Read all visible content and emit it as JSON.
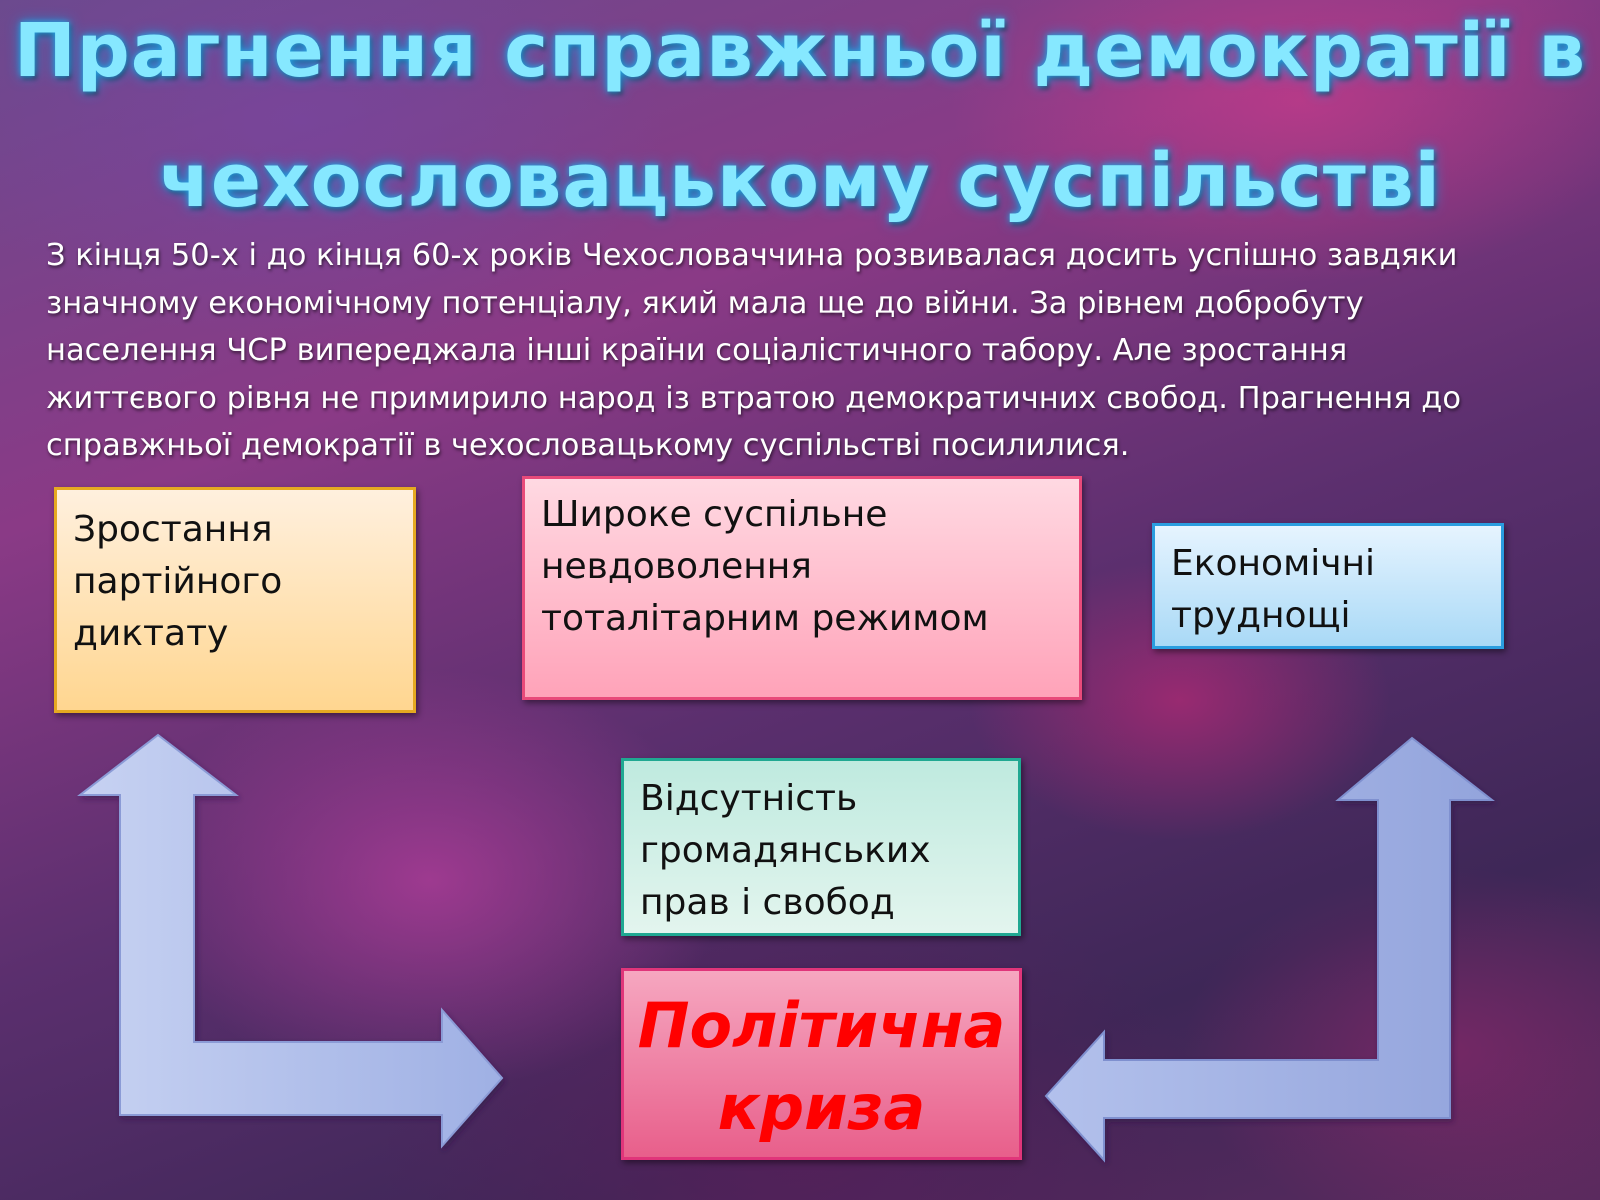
{
  "title": {
    "line1": "Прагнення справжньої демократії в",
    "line2": "чехословацькому суспільстві"
  },
  "intro": {
    "lines": [
      "З кінця 50-х і до кінця 60-х років Чехословаччина розвивалася досить успішно завдяки",
      "значному економічному потенціалу, який мала ще до війни. За рівнем добробуту",
      "населення ЧСР випереджала інші країни соціалістичного табору. Але зростання",
      "життєвого рівня не примирило народ із втратою демократичних свобод. Прагнення до",
      "справжньої демократії в чехословацькому суспільстві посилилися."
    ]
  },
  "boxes": {
    "party": {
      "lines": [
        "Зростання",
        "партійного",
        "диктату"
      ]
    },
    "discontent": {
      "lines": [
        "Широке суспільне",
        "невдоволення",
        "тоталітарним режимом"
      ]
    },
    "economic": {
      "lines": [
        "Економічні",
        "труднощі"
      ]
    },
    "rights": {
      "lines": [
        "Відсутність",
        "громадянських",
        "прав і свобод"
      ]
    },
    "crisis": {
      "lines": [
        "Політична",
        "криза"
      ]
    }
  },
  "colors": {
    "title": "#86e8ff",
    "crisis_text": "#ff0000",
    "arrow_fill": "#b8c6ef"
  }
}
